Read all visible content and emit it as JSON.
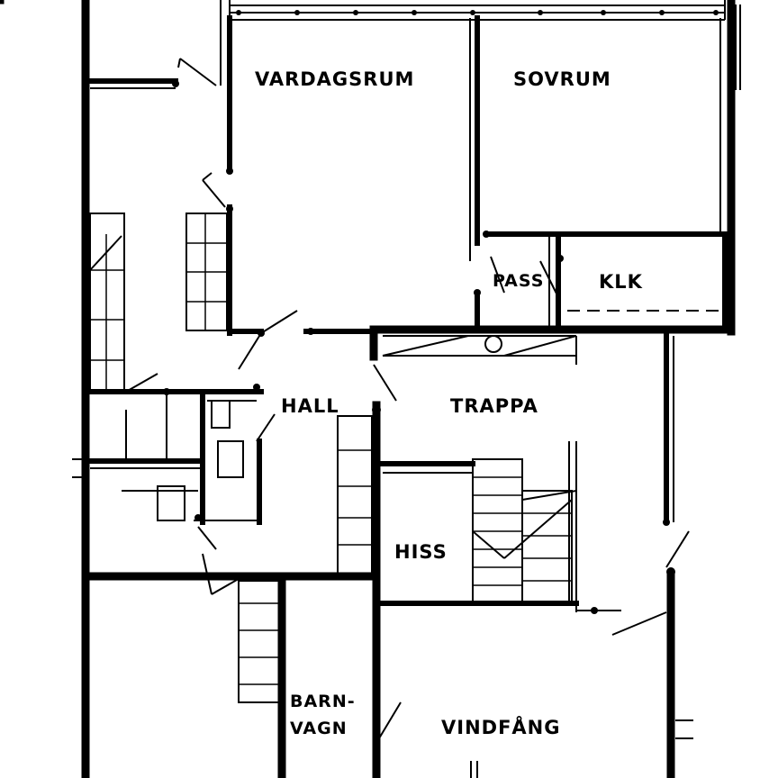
{
  "labels": {
    "vardagsrum": "VARDAGSRUM",
    "sovrum": "SOVRUM",
    "pass": "PASS",
    "klk": "KLK",
    "hall": "HALL",
    "trappa": "TRAPPA",
    "hiss": "HISS",
    "barnvagn_line1": "BARN-",
    "barnvagn_line2": "VAGN",
    "vindfang": "VINDFÅNG"
  }
}
